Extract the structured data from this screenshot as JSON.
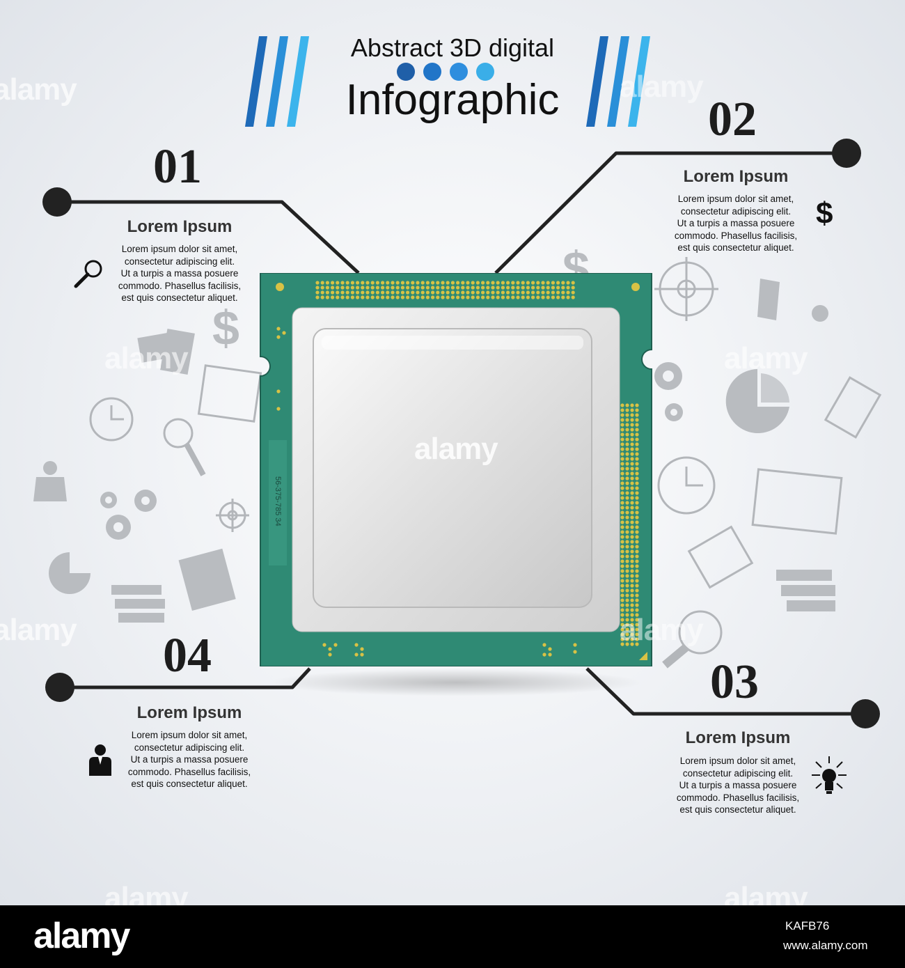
{
  "header": {
    "line1": "Abstract 3D digital",
    "line2": "Infographic",
    "dot_colors": [
      "#1f5fa8",
      "#2175c8",
      "#2e8ede",
      "#3aaee8"
    ],
    "stripe_colors": [
      "#1e6ab8",
      "#2a8fd8",
      "#3cb4ec"
    ]
  },
  "steps": [
    {
      "number": "01",
      "title": "Lorem Ipsum",
      "lines": [
        "Lorem ipsum dolor sit amet,",
        "consectetur adipiscing elit.",
        "Ut a turpis a massa posuere",
        "commodo. Phasellus facilisis,",
        "est quis consectetur aliquet."
      ],
      "icon": "magnifier-icon"
    },
    {
      "number": "02",
      "title": "Lorem Ipsum",
      "lines": [
        "Lorem ipsum dolor sit amet,",
        "consectetur adipiscing elit.",
        "Ut a turpis a massa posuere",
        "commodo. Phasellus facilisis,",
        "est quis consectetur aliquet."
      ],
      "icon": "dollar-icon",
      "icon_glyph": "$"
    },
    {
      "number": "03",
      "title": "Lorem Ipsum",
      "lines": [
        "Lorem ipsum dolor sit amet,",
        "consectetur adipiscing elit.",
        "Ut a turpis a massa posuere",
        "commodo. Phasellus facilisis,",
        "est quis consectetur aliquet."
      ],
      "icon": "lightbulb-icon"
    },
    {
      "number": "04",
      "title": "Lorem Ipsum",
      "lines": [
        "Lorem ipsum dolor sit amet,",
        "consectetur adipiscing elit.",
        "Ut a turpis a massa posuere",
        "commodo. Phasellus facilisis,",
        "est quis consectetur aliquet."
      ],
      "icon": "businessman-icon"
    }
  ],
  "chip": {
    "serial": "56-375-785 34",
    "board_color": "#2f8a74",
    "pin_color": "#d8c245"
  },
  "watermark": "alamy",
  "footer": {
    "brand": "alamy",
    "image_id": "KAFB76",
    "url": "www.alamy.com"
  }
}
